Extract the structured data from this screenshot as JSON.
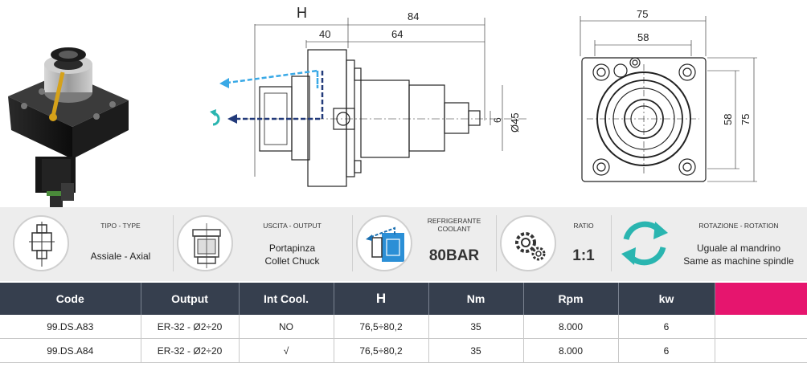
{
  "drawing": {
    "side": {
      "dim_H": "H",
      "dim_84": "84",
      "dim_40": "40",
      "dim_64": "64",
      "dim_6": "6",
      "dim_d45": "Ø45"
    },
    "front": {
      "dim_75_top": "75",
      "dim_58_top": "58",
      "dim_58_side": "58",
      "dim_75_side": "75"
    }
  },
  "features": [
    {
      "caption": "TIPO - TYPE",
      "value_line1": "Assiale - Axial",
      "icon": "axial-tool-icon"
    },
    {
      "caption": "USCITA - OUTPUT",
      "value_line1": "Portapinza",
      "value_line2": "Collet Chuck",
      "icon": "collet-chuck-icon"
    },
    {
      "caption_line1": "REFRIGERANTE",
      "caption_line2": "COOLANT",
      "value": "80BAR",
      "icon": "coolant-icon"
    },
    {
      "caption": "RATIO",
      "value": "1:1",
      "icon": "gears-icon"
    },
    {
      "caption": "ROTAZIONE - ROTATION",
      "value_line1": "Uguale al mandrino",
      "value_line2": "Same as machine spindle",
      "icon": "rotation-arrows-icon"
    }
  ],
  "table": {
    "headers": [
      "Code",
      "Output",
      "Int Cool.",
      "H",
      "Nm",
      "Rpm",
      "kw",
      ""
    ],
    "rows": [
      [
        "99.DS.A83",
        "ER-32 - Ø2÷20",
        "NO",
        "76,5÷80,2",
        "35",
        "8.000",
        "6",
        ""
      ],
      [
        "99.DS.A84",
        "ER-32 - Ø2÷20",
        "√",
        "76,5÷80,2",
        "35",
        "8.000",
        "6",
        ""
      ]
    ]
  },
  "colors": {
    "header_bg": "#363f4e",
    "accent": "#e6156e",
    "coolant_blue": "#2b8fd6",
    "rotation_teal": "#2ab5b0",
    "strip_bg": "#ededed"
  }
}
